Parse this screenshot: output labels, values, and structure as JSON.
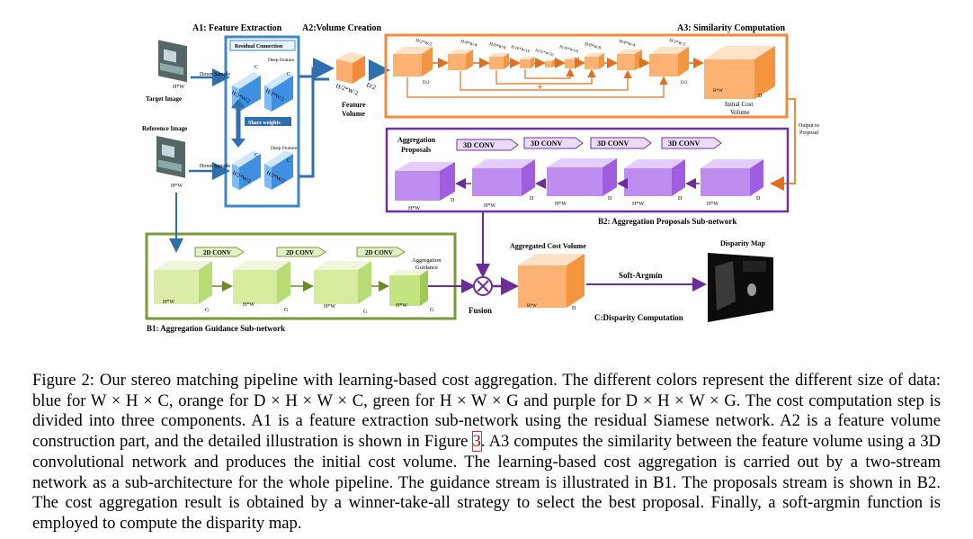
{
  "figure": {
    "a1": {
      "title": "A1: Feature Extraction",
      "residual": "Residual Connection",
      "deep_feature": "Deep Feature",
      "share_weights": "Share weights",
      "target_image": "Target Image",
      "reference_image": "Reference Image",
      "down_sample": "Down Sample",
      "hw": "H*W",
      "c": "C",
      "h2w2": "H/2*W/2"
    },
    "a2": {
      "title": "A2:Volume Creation",
      "feature_volume": "Feature Volume",
      "h2w2": "H/2*W/2",
      "d2": "D/2"
    },
    "a3": {
      "title": "A3: Similarity Computation",
      "initial_cost": "Initial Cost Volume",
      "output_to_proposal": "Output to Proposal",
      "hw": "H*W",
      "d": "D",
      "d2": "D/2",
      "plus": "+",
      "labels": [
        "H/2*W/2",
        "H/4*W/4",
        "H/8*W/8",
        "H/16*W/16",
        "H/32*W/32",
        "H/16*W/16",
        "H/8*W/8",
        "H/4*W/4",
        "H/2*W/2"
      ]
    },
    "b2": {
      "title": "B2: Aggregation Proposals Sub-network",
      "proposals": "Aggregation Proposals",
      "conv": "3D CONV",
      "hw": "H*W",
      "d": "D"
    },
    "b1": {
      "title": "B1: Aggregation Guidance Sub-network",
      "conv": "2D CONV",
      "guidance": "Aggregation Guidance",
      "hw": "H*W",
      "g": "G"
    },
    "c": {
      "title": "C:Disparity Computation",
      "aggregated": "Aggregated Cost Volume",
      "softargmin": "Soft-Argmin",
      "disparity_map": "Disparity Map",
      "fusion": "Fusion",
      "hw": "H*W",
      "d": "D"
    }
  },
  "caption": {
    "part1": "Figure 2: Our stereo matching pipeline with learning-based cost aggregation. The different colors represent the different size of data: blue for W × H × C, orange for D × H × W × C, green for H × W × G and purple for D × H × W × G. The cost computation step is divided into three components. A1 is a feature extraction sub-network using the residual Siamese network. A2 is a feature volume construction part, and the detailed illustration is shown in Figure ",
    "ref": "3",
    "part2": ". A3 computes the similarity between the feature volume using a 3D convolutional network and produces the initial cost volume. The learning-based cost aggregation is carried out by a two-stream network as a sub-architecture for the whole pipeline. The guidance stream is illustrated in B1. The proposals stream is shown in B2. The cost aggregation result is obtained by a winner-take-all strategy to select the best proposal. Finally, a soft-argmin function is employed to compute the disparity map."
  },
  "colors": {
    "blue": "#3f87c6",
    "orange": "#f08a3c",
    "green": "#7a9a3a",
    "purple": "#7030a0"
  }
}
